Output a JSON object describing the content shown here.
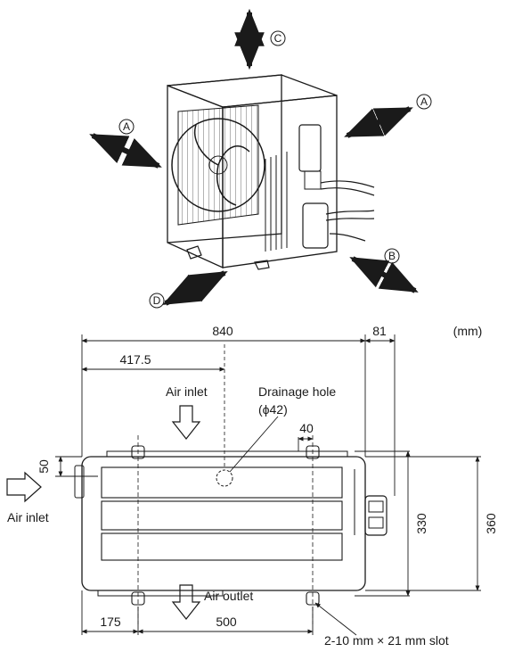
{
  "units_label": "(mm)",
  "clearance_marks": {
    "a": "A",
    "b": "B",
    "c": "C",
    "d": "D"
  },
  "dimensions": {
    "overall_width": "840",
    "pipe_cover_depth": "81",
    "foot_center_offset": "417.5",
    "drain_offset": "40",
    "edge_offset": "50",
    "foot_depth": "330",
    "overall_depth": "360",
    "foot_left_offset": "175",
    "foot_pitch": "500"
  },
  "labels": {
    "air_inlet_top": "Air inlet",
    "air_inlet_left": "Air inlet",
    "air_outlet": "Air outlet",
    "drainage_hole": "Drainage hole",
    "drainage_hole_size": "(ϕ42)",
    "slot": "2-10 mm × 21 mm slot"
  },
  "colors": {
    "line": "#1a1a1a",
    "fill": "#ffffff",
    "shade": "#eeeeee"
  }
}
